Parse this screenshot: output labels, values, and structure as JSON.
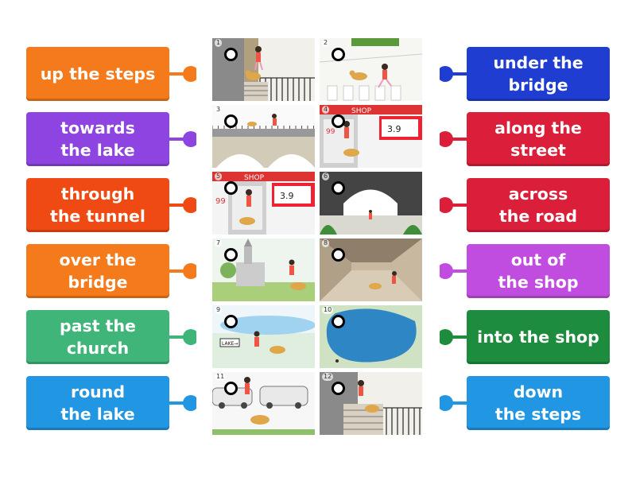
{
  "left_labels": [
    {
      "text": "up the steps",
      "color": "#f47a1b"
    },
    {
      "text": "towards\nthe lake",
      "color": "#8e44e0"
    },
    {
      "text": "through\nthe tunnel",
      "color": "#ef4a13"
    },
    {
      "text": "over the\nbridge",
      "color": "#f47a1b"
    },
    {
      "text": "past the\nchurch",
      "color": "#3fb57a"
    },
    {
      "text": "round\nthe lake",
      "color": "#2196e3"
    }
  ],
  "right_labels": [
    {
      "text": "under the\nbridge",
      "color": "#1f3dd1"
    },
    {
      "text": "along the\nstreet",
      "color": "#db1e3a"
    },
    {
      "text": "across\nthe road",
      "color": "#db1e3a"
    },
    {
      "text": "out of\nthe shop",
      "color": "#c04de0"
    },
    {
      "text": "into the shop",
      "color": "#1e8c3e"
    },
    {
      "text": "down\nthe steps",
      "color": "#2196e3"
    }
  ],
  "pictures": [
    {
      "num": "1",
      "scene": "steps-up",
      "icon": "steps-illustration"
    },
    {
      "num": "2",
      "scene": "crossing",
      "icon": "crossing-illustration"
    },
    {
      "num": "3",
      "scene": "bridge-over",
      "icon": "bridge-illustration"
    },
    {
      "num": "4",
      "scene": "shop-out",
      "icon": "shop-illustration"
    },
    {
      "num": "5",
      "scene": "shop-in",
      "icon": "shop-illustration"
    },
    {
      "num": "6",
      "scene": "tunnel-arch",
      "icon": "tunnel-illustration"
    },
    {
      "num": "7",
      "scene": "church",
      "icon": "church-illustration"
    },
    {
      "num": "8",
      "scene": "tunnel-inside",
      "icon": "tunnel-illustration"
    },
    {
      "num": "9",
      "scene": "lake-sign",
      "icon": "lake-illustration"
    },
    {
      "num": "10",
      "scene": "lake",
      "icon": "lake-illustration"
    },
    {
      "num": "11",
      "scene": "cars",
      "icon": "street-illustration"
    },
    {
      "num": "12",
      "scene": "steps-down",
      "icon": "steps-illustration"
    }
  ]
}
